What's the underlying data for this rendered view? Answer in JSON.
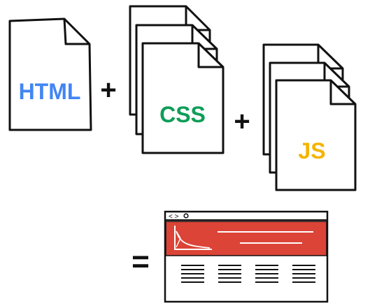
{
  "documents": {
    "html": {
      "label": "HTML",
      "color": "#4285f4"
    },
    "css": {
      "label": "CSS",
      "color": "#0f9d58"
    },
    "js": {
      "label": "JS",
      "color": "#f4b400"
    }
  },
  "operators": {
    "plus_1": "+",
    "plus_2": "+",
    "equals": "="
  },
  "browser": {
    "nav_buttons": "< >",
    "toolbar_icon": "circle-icon",
    "header_color": "#db4437"
  }
}
